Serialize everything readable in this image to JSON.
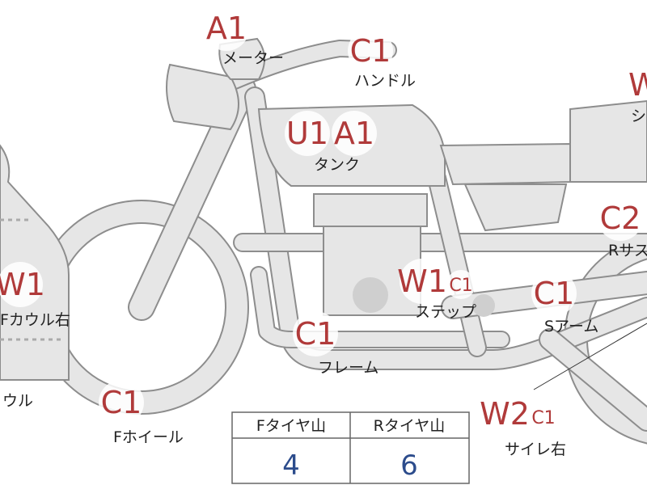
{
  "colors": {
    "code": "#b03a3a",
    "value": "#2c4c8c",
    "part_fill": "#e6e6e6",
    "part_stroke": "#8d8d8d"
  },
  "parts": [
    {
      "id": "meter",
      "label": "メーター",
      "codes": [
        "A1"
      ]
    },
    {
      "id": "handle",
      "label": "ハンドル",
      "codes": [
        "C1"
      ]
    },
    {
      "id": "seat",
      "label": "シ",
      "codes": [
        "W"
      ]
    },
    {
      "id": "tank",
      "label": "タンク",
      "codes": [
        "U1",
        "A1"
      ]
    },
    {
      "id": "r-suspension",
      "label": "Rサス",
      "codes": [
        "C2"
      ]
    },
    {
      "id": "f-cowl-right",
      "label": "Fカウル右",
      "codes": [
        "W1"
      ]
    },
    {
      "id": "step",
      "label": "ステップ",
      "codes": [
        "W1",
        "C1"
      ]
    },
    {
      "id": "s-arm",
      "label": "Sアーム",
      "codes": [
        "C1"
      ]
    },
    {
      "id": "frame",
      "label": "フレーム",
      "codes": [
        "C1"
      ]
    },
    {
      "id": "cowl",
      "label": "ウル",
      "codes": []
    },
    {
      "id": "f-wheel",
      "label": "Fホイール",
      "codes": [
        "C1"
      ]
    },
    {
      "id": "silencer-right",
      "label": "サイレ右",
      "codes": [
        "W2",
        "C1"
      ]
    }
  ],
  "tire_table": {
    "headers": [
      "Fタイヤ山",
      "Rタイヤ山"
    ],
    "values": [
      "4",
      "6"
    ]
  }
}
